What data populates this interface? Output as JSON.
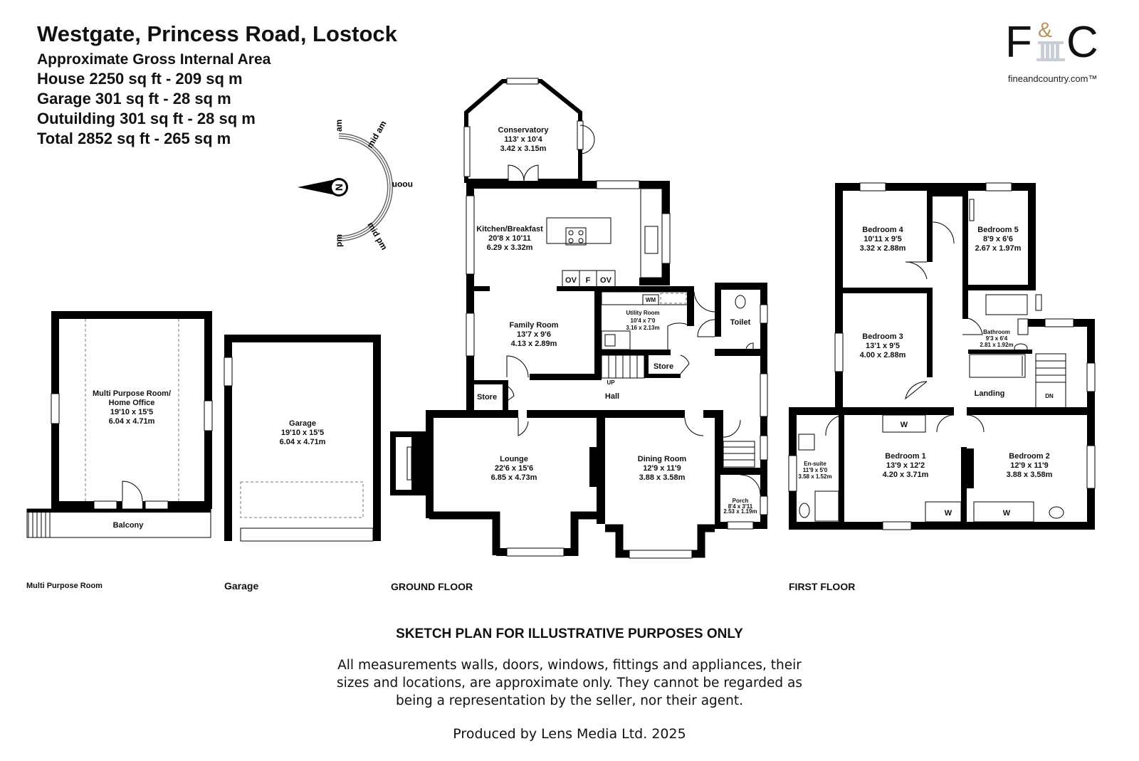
{
  "header": {
    "title": "Westgate, Princess Road, Lostock",
    "subtitle": "Approximate Gross Internal Area",
    "areas": [
      "House 2250 sq ft - 209 sq m",
      "Garage 301 sq ft - 28 sq m",
      "Outuilding 301 sq ft - 28 sq m",
      "Total 2852 sq ft - 265 sq m"
    ]
  },
  "logo": {
    "mark_left": "F",
    "mark_amp": "&",
    "mark_right": "C",
    "url": "fineandcountry.com™"
  },
  "compass": {
    "north": "N",
    "am": "am",
    "mid_am": "mid am",
    "noon": "noon",
    "mid_pm": "mid pm",
    "pm": "pm"
  },
  "rooms": {
    "multi_purpose": {
      "name1": "Multi Purpose Room/",
      "name2": "Home Office",
      "imperial": "19'10 x 15'5",
      "metric": "6.04 x 4.71m"
    },
    "balcony": {
      "name": "Balcony"
    },
    "garage": {
      "name": "Garage",
      "imperial": "19'10 x 15'5",
      "metric": "6.04 x 4.71m"
    },
    "conservatory": {
      "name": "Conservatory",
      "imperial": "113' x 10'4",
      "metric": "3.42 x 3.15m"
    },
    "kitchen": {
      "name": "Kitchen/Breakfast",
      "imperial": "20'8 x 10'11",
      "metric": "6.29 x 3.32m"
    },
    "family_room": {
      "name": "Family Room",
      "imperial": "13'7 x 9'6",
      "metric": "4.13 x 2.89m"
    },
    "utility": {
      "name": "Utility Room",
      "imperial": "10'4 x 7'0",
      "metric": "3.16 x 2.13m"
    },
    "toilet": {
      "name": "Toilet"
    },
    "store_ground_right": {
      "name": "Store"
    },
    "store_ground_left": {
      "name": "Store"
    },
    "hall": {
      "name": "Hall"
    },
    "lounge": {
      "name": "Lounge",
      "imperial": "22'6 x 15'6",
      "metric": "6.85 x 4.73m"
    },
    "dining": {
      "name": "Dining Room",
      "imperial": "12'9 x 11'9",
      "metric": "3.88 x 3.58m"
    },
    "porch": {
      "name": "Porch",
      "imperial": "8'4 x 3'11",
      "metric": "2.53 x 1.19m"
    },
    "bedroom4": {
      "name": "Bedroom 4",
      "imperial": "10'11 x 9'5",
      "metric": "3.32 x 2.88m"
    },
    "bedroom5": {
      "name": "Bedroom 5",
      "imperial": "8'9 x 6'6",
      "metric": "2.67 x 1.97m"
    },
    "bedroom3": {
      "name": "Bedroom 3",
      "imperial": "13'1 x 9'5",
      "metric": "4.00 x 2.88m"
    },
    "bathroom": {
      "name": "Bathroom",
      "imperial": "9'3 x 6'4",
      "metric": "2.81 x 1.92m"
    },
    "landing": {
      "name": "Landing"
    },
    "ensuite": {
      "name": "En-suite",
      "imperial": "11'9 x 5'0",
      "metric": "3.58 x 1.52m"
    },
    "bedroom1": {
      "name": "Bedroom 1",
      "imperial": "13'9 x 12'2",
      "metric": "4.20 x 3.71m"
    },
    "bedroom2": {
      "name": "Bedroom 2",
      "imperial": "12'9 x 11'9",
      "metric": "3.88 x 3.58m"
    }
  },
  "fixtures": {
    "ov1": "OV",
    "f": "F",
    "ov2": "OV",
    "wm": "WM",
    "up": "UP",
    "dn": "DN",
    "w": "W"
  },
  "floor_labels": {
    "multi_purpose": "Multi Purpose Room",
    "garage": "Garage",
    "ground": "GROUND FLOOR",
    "first": "FIRST FLOOR"
  },
  "disclaimer": {
    "heading": "SKETCH PLAN FOR ILLUSTRATIVE PURPOSES ONLY",
    "lines": [
      "All measurements walls, doors, windows, fittings and appliances, their",
      "sizes and locations, are approximate only. They cannot be regarded as",
      "being a representation by the seller, nor their agent."
    ],
    "produced_by": "Produced by Lens Media Ltd. 2025"
  }
}
